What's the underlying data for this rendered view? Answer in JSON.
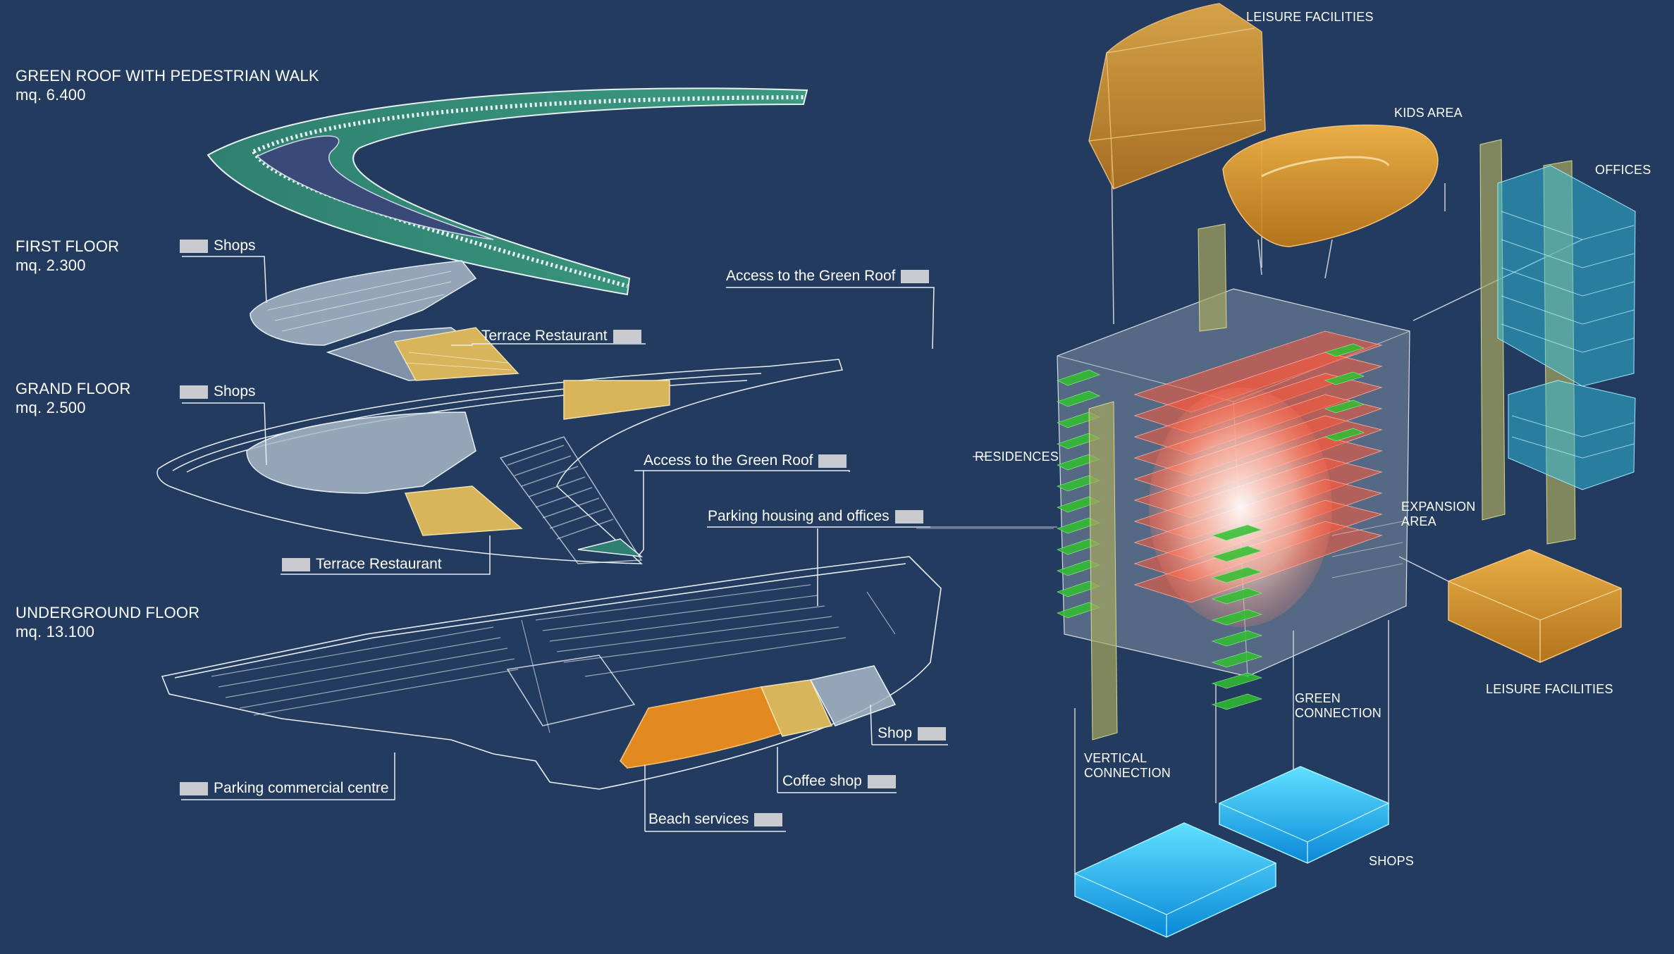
{
  "floors": [
    {
      "id": "green-roof",
      "title": "GREEN ROOF WITH PEDESTRIAN WALK",
      "area": "mq. 6.400"
    },
    {
      "id": "first",
      "title": "FIRST FLOOR",
      "area": "mq. 2.300"
    },
    {
      "id": "grand",
      "title": "GRAND FLOOR",
      "area": "mq. 2.500"
    },
    {
      "id": "underground",
      "title": "UNDERGROUND FLOOR",
      "area": "mq. 13.100"
    }
  ],
  "callouts": {
    "first_shops": "Shops",
    "first_terrace": "Terrace Restaurant",
    "access_roof_1": "Access to the Green Roof",
    "grand_shops": "Shops",
    "access_roof_2": "Access to the Green Roof",
    "parking_housing": "Parking housing and offices",
    "grand_terrace": "Terrace Restaurant",
    "shop": "Shop",
    "coffee_shop": "Coffee shop",
    "parking_commercial": "Parking commercial centre",
    "beach_services": "Beach services"
  },
  "building_labels": {
    "leisure_top": "LEISURE FACILITIES",
    "kids_area": "KIDS AREA",
    "offices": "OFFICES",
    "residences": "RESIDENCES",
    "expansion_area": [
      "EXPANSION",
      "AREA"
    ],
    "leisure_bottom": "LEISURE FACILITIES",
    "green_connection": [
      "GREEN",
      "CONNECTION"
    ],
    "vertical_connection": [
      "VERTICAL",
      "CONNECTION"
    ],
    "shops": "SHOPS"
  },
  "colors": {
    "background": "#233b5e",
    "green_roof": "#2f8070",
    "restaurant": "#d8b45a",
    "beach_services": "#e28a20",
    "shops_area": "#a9b8c8",
    "leisure": "#e5a030",
    "offices": "#2fc0e0",
    "residence_red": "#ff5a3a",
    "residence_green": "#30c030",
    "shop_blocks": "#28b8f0",
    "core": "#a8a860"
  }
}
